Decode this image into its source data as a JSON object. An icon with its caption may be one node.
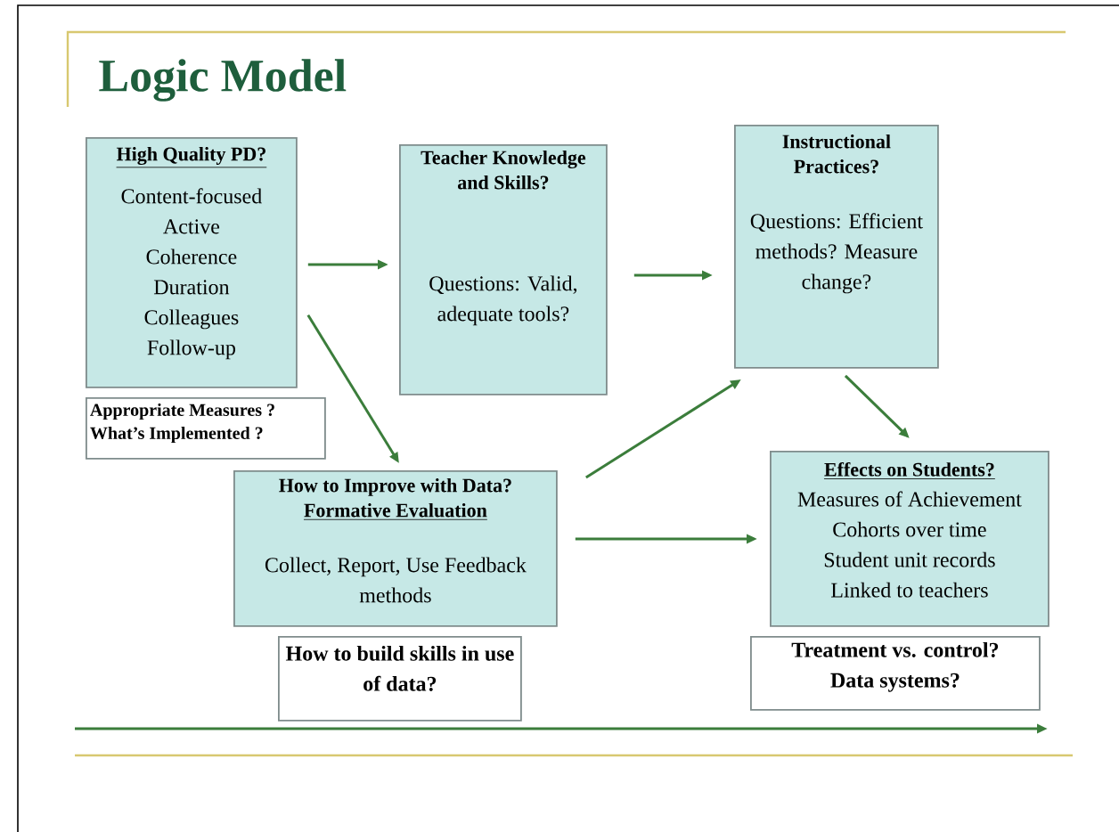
{
  "diagram": {
    "title": "Logic Model",
    "nodes": [
      {
        "text": [
          "High Quality PD?",
          "Content-focused",
          "Active",
          "Coherence",
          "Duration",
          "Colleagues",
          "Follow-up"
        ]
      },
      {
        "text": [
          "Appropriate Measures ?",
          "What’s Implemented ?"
        ]
      },
      {
        "text": [
          "Teacher Knowledge and Skills?",
          "Questions: Valid, adequate tools?"
        ]
      },
      {
        "text": [
          "Instructional Practices?",
          "Questions: Efficient methods? Measure change?"
        ]
      },
      {
        "text": [
          "How to Improve with Data?",
          "Formative Evaluation",
          "Collect, Report, Use Feedback methods"
        ]
      },
      {
        "text": [
          "How to build skills in use of data?"
        ]
      },
      {
        "text": [
          "Effects on Students?",
          "Measures of Achievement",
          "Cohorts over time",
          "Student unit records",
          "Linked to teachers"
        ]
      },
      {
        "text": [
          "Treatment vs. control?",
          "Data systems?"
        ]
      }
    ],
    "edges": [
      {
        "from": 0,
        "to": 2,
        "arrow": "to"
      },
      {
        "from": 0,
        "to": 4,
        "arrow": "to"
      },
      {
        "from": 2,
        "to": 3,
        "arrow": "to"
      },
      {
        "from": 4,
        "to": 3,
        "arrow": "to"
      },
      {
        "from": 3,
        "to": 6,
        "arrow": "to"
      },
      {
        "from": 4,
        "to": 6,
        "arrow": "to"
      }
    ]
  }
}
